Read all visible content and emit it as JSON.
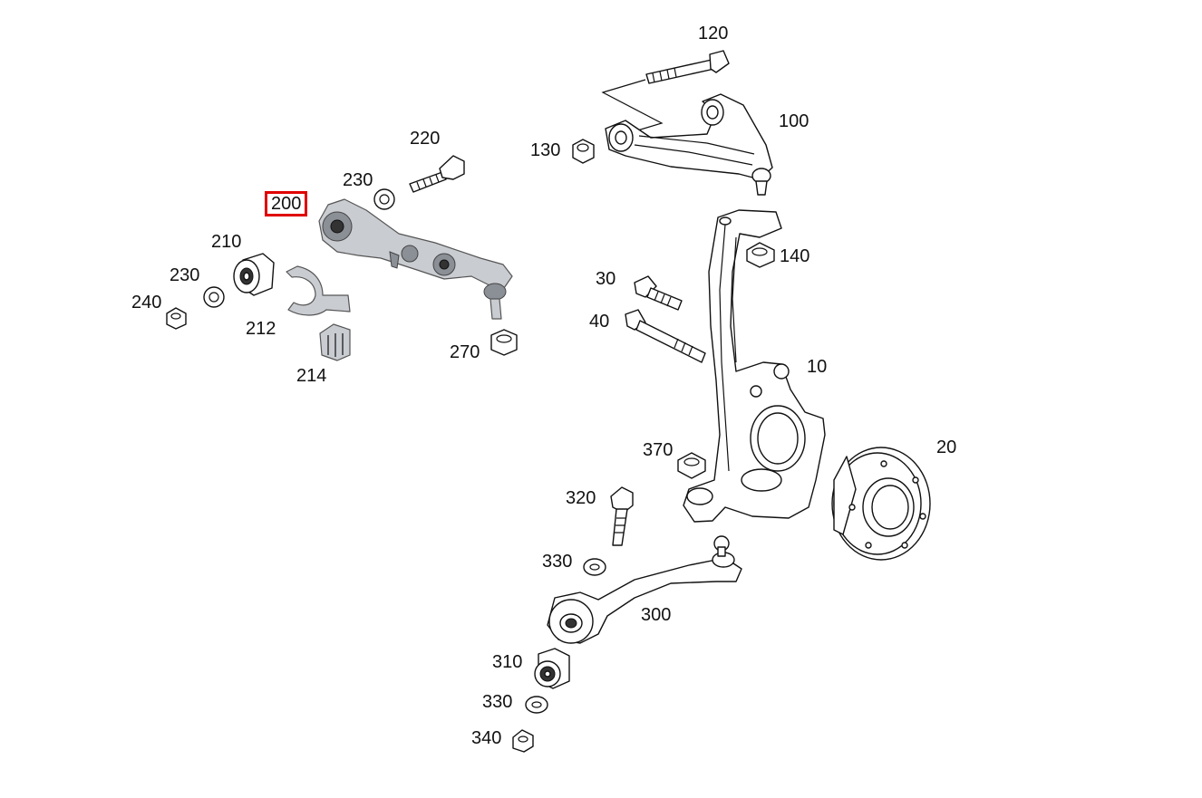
{
  "diagram": {
    "highlight_color": "#e00000",
    "highlighted_part": "200",
    "callouts": {
      "p120": "120",
      "p100": "100",
      "p130": "130",
      "p220": "220",
      "p230a": "230",
      "p200": "200",
      "p210": "210",
      "p230b": "230",
      "p240": "240",
      "p212": "212",
      "p214": "214",
      "p270": "270",
      "p140": "140",
      "p30": "30",
      "p40": "40",
      "p10": "10",
      "p20": "20",
      "p370": "370",
      "p320": "320",
      "p330a": "330",
      "p300": "300",
      "p310": "310",
      "p330b": "330",
      "p340": "340"
    }
  }
}
